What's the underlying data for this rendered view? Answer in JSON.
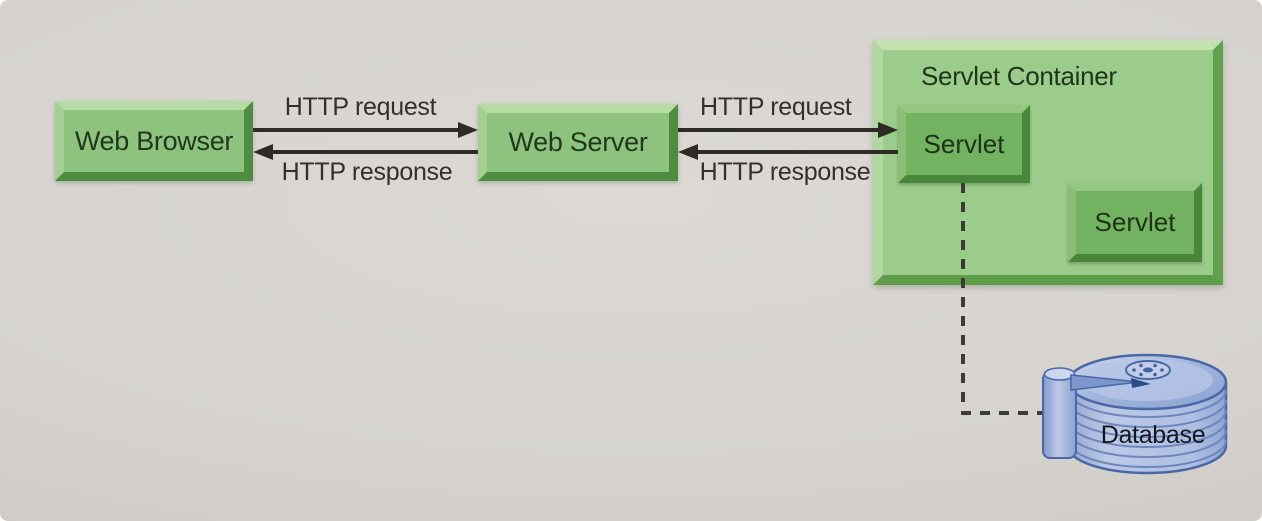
{
  "diagram": {
    "nodes": {
      "web_browser": {
        "label": "Web Browser"
      },
      "web_server": {
        "label": "Web Server"
      },
      "servlet_container": {
        "label": "Servlet Container"
      },
      "servlet_primary": {
        "label": "Servlet"
      },
      "servlet_secondary": {
        "label": "Servlet"
      },
      "database": {
        "label": "Database"
      }
    },
    "edges": {
      "browser_to_server": {
        "label": "HTTP request",
        "direction": "right",
        "style": "solid"
      },
      "server_to_browser": {
        "label": "HTTP response",
        "direction": "left",
        "style": "solid"
      },
      "server_to_servlet": {
        "label": "HTTP request",
        "direction": "right",
        "style": "solid"
      },
      "servlet_to_server": {
        "label": "HTTP response",
        "direction": "left",
        "style": "solid"
      },
      "servlet_to_database": {
        "label": "",
        "direction": "none",
        "style": "dashed"
      }
    },
    "colors": {
      "background": "#d6d3cf",
      "box_face": "#8dc37f",
      "box_bevel_light": "#b6dba5",
      "box_bevel_dark": "#4f8c40",
      "container_face": "#9ccc8c",
      "servlet_face": "#72b260",
      "arrow": "#2e2c27",
      "dashed_line": "#3d3b36",
      "database_fill": "#b3c2e0",
      "database_stroke": "#4a67a6",
      "label_text_on_green": "#21381c",
      "edge_label_text": "#33302b"
    }
  }
}
